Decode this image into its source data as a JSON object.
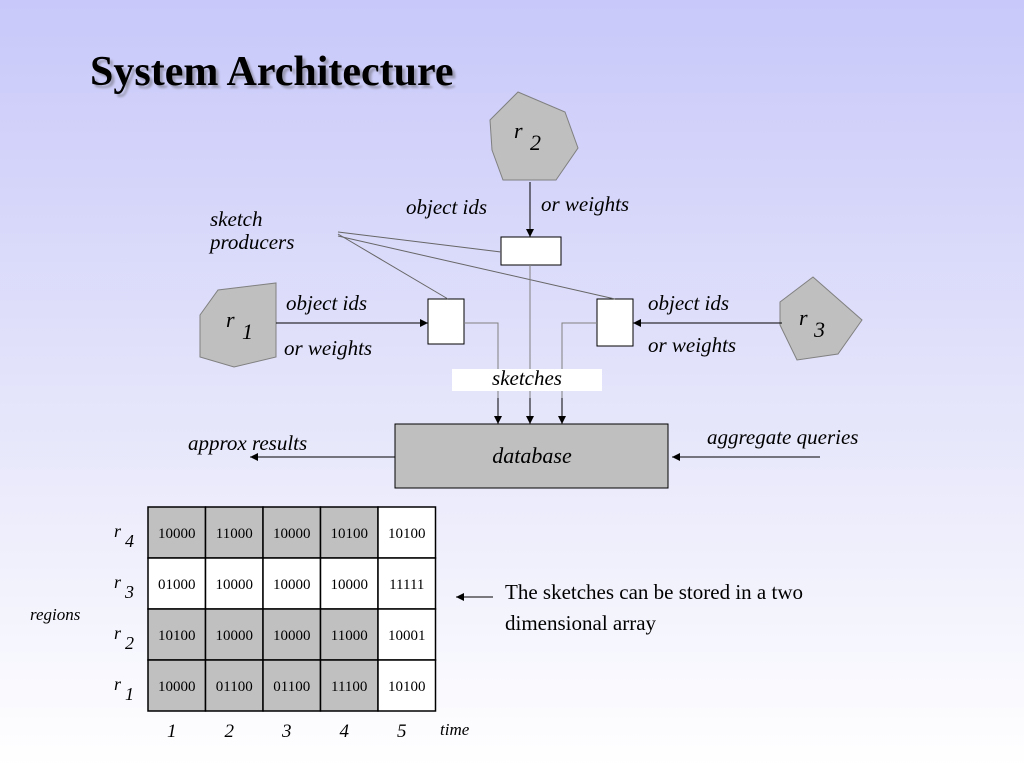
{
  "title": "System Architecture",
  "nodes": {
    "r2": {
      "letter": "r",
      "index": "2"
    },
    "r1": {
      "letter": "r",
      "index": "1"
    },
    "r3": {
      "letter": "r",
      "index": "3"
    },
    "database": "database"
  },
  "labels": {
    "top_left": "object ids",
    "top_right": "or weights",
    "sketch_producers_line1": "sketch",
    "sketch_producers_line2": "producers",
    "left_line1": "object ids",
    "left_line2": "or weights",
    "right_line1": "object ids",
    "right_line2": "or weights",
    "sketches": "sketches",
    "approx_results": "approx  results",
    "aggregate_queries": "aggregate queries"
  },
  "grid": {
    "rows": [
      {
        "letter": "r",
        "index": "4",
        "cells": [
          "10000",
          "11000",
          "10000",
          "10100",
          "10100"
        ]
      },
      {
        "letter": "r",
        "index": "3",
        "cells": [
          "01000",
          "10000",
          "10000",
          "10000",
          "11111"
        ]
      },
      {
        "letter": "r",
        "index": "2",
        "cells": [
          "10100",
          "10000",
          "10000",
          "11000",
          "10001"
        ]
      },
      {
        "letter": "r",
        "index": "1",
        "cells": [
          "10000",
          "01100",
          "01100",
          "11100",
          "10100"
        ]
      }
    ],
    "shaded": [
      [
        true,
        true,
        true,
        true,
        false
      ],
      [
        false,
        false,
        false,
        false,
        false
      ],
      [
        true,
        true,
        true,
        true,
        false
      ],
      [
        true,
        true,
        true,
        true,
        false
      ]
    ],
    "columns": [
      "1",
      "2",
      "3",
      "4",
      "5"
    ],
    "axis_y": "regions",
    "axis_x": "time"
  },
  "note": "The sketches can be stored in a two dimensional array",
  "colors": {
    "node_fill": "#bfbfbf",
    "cell_shade": "#c0c0c0",
    "stroke": "#000000",
    "title_shadow": "#9a9ab4"
  }
}
